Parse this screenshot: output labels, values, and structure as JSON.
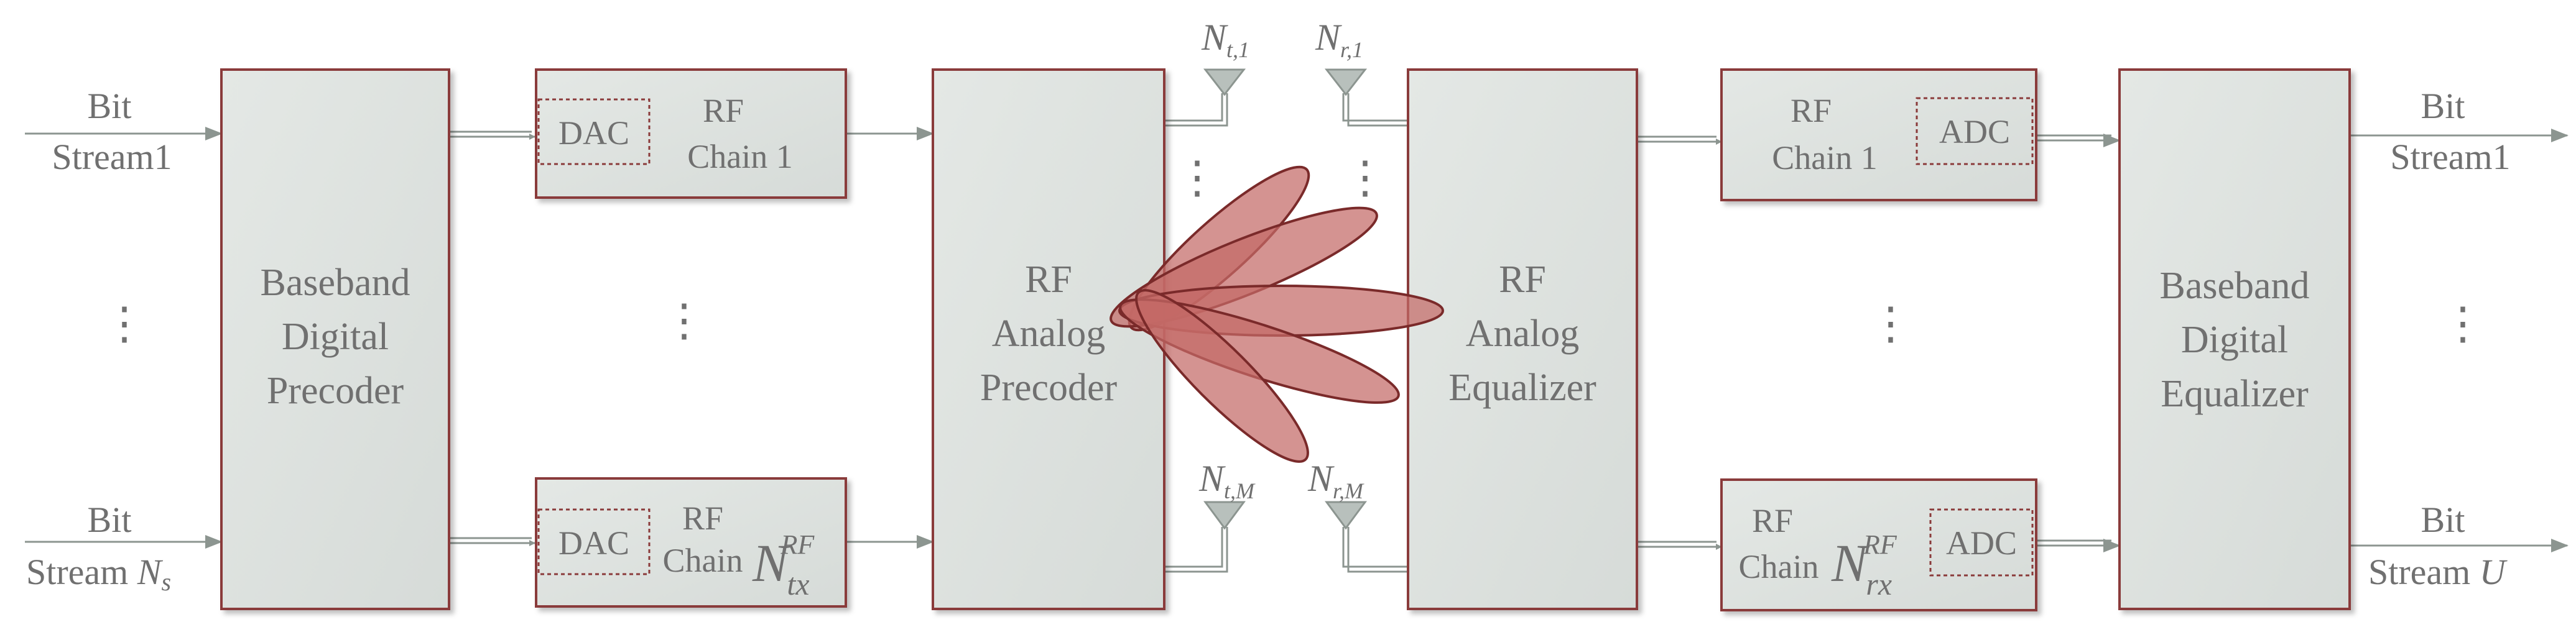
{
  "colors": {
    "block_fill": "#dfe3e0",
    "block_border": "#8a3a3a",
    "arrow": "#8c9590",
    "text": "#707070",
    "lobe_fill": "#c46a66",
    "lobe_border": "#7a2a2a"
  },
  "tx": {
    "input_top": {
      "line1": "Bit",
      "line2": "Stream1"
    },
    "input_bottom": {
      "line1": "Bit",
      "line2": "Stream ",
      "line2_var": "N",
      "line2_sub": "s"
    },
    "input_dots": "⋮",
    "baseband": {
      "line1": "Baseband",
      "line2": "Digital",
      "line3": "Precoder"
    },
    "rf_chain_top": {
      "dac": "DAC",
      "line1": "RF",
      "line2": "Chain 1"
    },
    "rf_chain_bottom": {
      "dac": "DAC",
      "line1": "RF",
      "line2": "Chain",
      "var": "N",
      "sub": "tx",
      "sup": "RF"
    },
    "chain_dots": "⋮",
    "analog": {
      "line1": "RF",
      "line2": "Analog",
      "line3": "Precoder"
    },
    "antenna_top": {
      "var": "N",
      "sub": "t,1"
    },
    "antenna_bottom": {
      "var": "N",
      "sub": "t,M"
    },
    "antenna_dots": "⋮"
  },
  "rx": {
    "antenna_top": {
      "var": "N",
      "sub": "r,1"
    },
    "antenna_bottom": {
      "var": "N",
      "sub": "r,M"
    },
    "antenna_dots": "⋮",
    "analog": {
      "line1": "RF",
      "line2": "Analog",
      "line3": "Equalizer"
    },
    "rf_chain_top": {
      "adc": "ADC",
      "line1": "RF",
      "line2": "Chain 1"
    },
    "rf_chain_bottom": {
      "adc": "ADC",
      "line1": "RF",
      "line2": "Chain",
      "var": "N",
      "sub": "rx",
      "sup": "RF"
    },
    "chain_dots": "⋮",
    "baseband": {
      "line1": "Baseband",
      "line2": "Digital",
      "line3": "Equalizer"
    },
    "output_top": {
      "line1": "Bit",
      "line2": "Stream1"
    },
    "output_bottom": {
      "line1": "Bit",
      "line2": "Stream ",
      "line2_var": "U"
    },
    "output_dots": "⋮"
  }
}
